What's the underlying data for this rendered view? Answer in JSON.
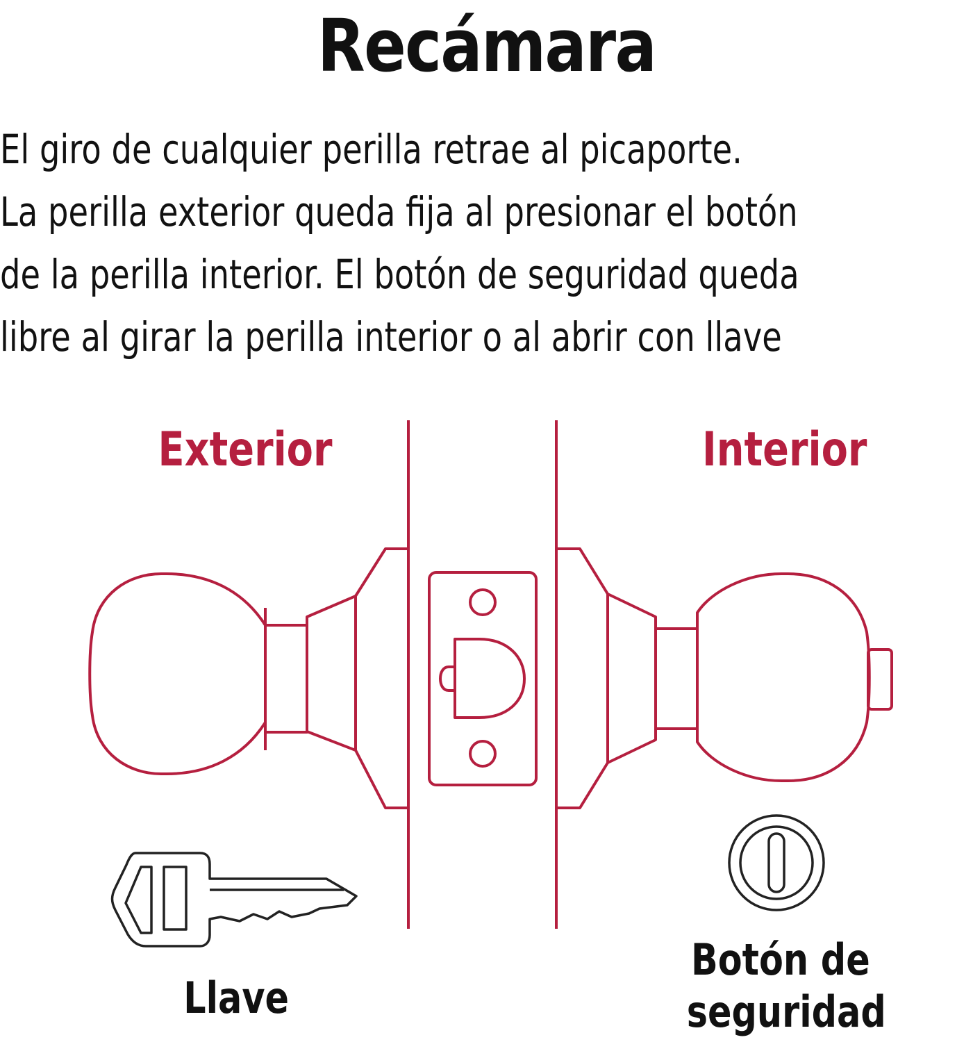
{
  "title": "Recámara",
  "description": [
    "El giro de cualquier perilla retrae al picaporte.",
    "La perilla exterior queda fija al presionar el botón",
    "de la perilla interior. El botón de seguridad queda",
    "libre al girar la perilla interior o al abrir con llave"
  ],
  "labels": {
    "exterior": "Exterior",
    "interior": "Interior",
    "key": "Llave",
    "safety_button_line1": "Botón de",
    "safety_button_line2": "seguridad"
  },
  "colors": {
    "accent": "#b51f3f",
    "text": "#111111",
    "background": "#ffffff"
  }
}
